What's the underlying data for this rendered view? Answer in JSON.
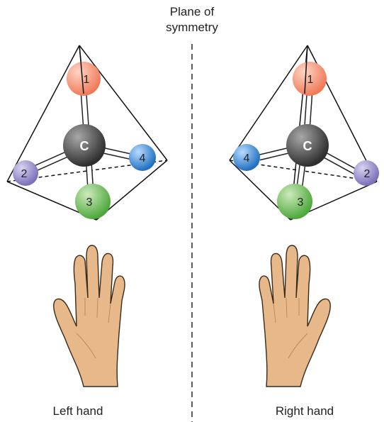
{
  "plane_label_line1": "Plane of",
  "plane_label_line2": "symmetry",
  "left_caption": "Left hand",
  "right_caption": "Right hand",
  "center_atom_label": "C",
  "substituent_labels": [
    "1",
    "2",
    "3",
    "4"
  ],
  "colors": {
    "atom_1": "#f58a6b",
    "atom_2": "#8f84c9",
    "atom_3": "#6cbf5a",
    "atom_4": "#2f86d6",
    "carbon": "#4a4a4a",
    "skin": "#e7b98a"
  }
}
